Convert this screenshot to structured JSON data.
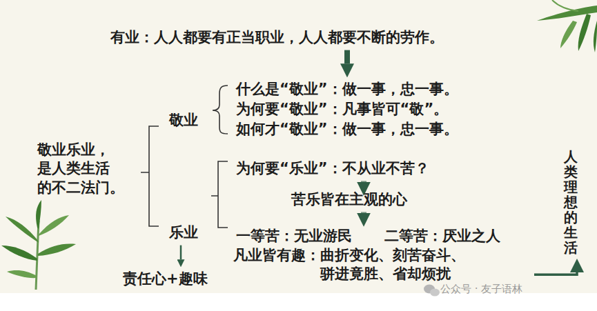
{
  "diagram": {
    "nodes": [
      {
        "text": [
          "有业：人人都要有正当职业，人人都要不断的劳作。"
        ]
      },
      {
        "text": [
          "敬业乐业， 是人类生活 的不二法门。"
        ]
      },
      {
        "text": [
          "敬业"
        ]
      },
      {
        "text": [
          "什么是“敬业”：做一事，忠一事。"
        ]
      },
      {
        "text": [
          "为何要“敬业”：凡事皆可“敬”。"
        ]
      },
      {
        "text": [
          "如何才“敬业”：做一事，忠一事。"
        ]
      },
      {
        "text": [
          "乐业"
        ]
      },
      {
        "text": [
          "责任心+趣味"
        ]
      },
      {
        "text": [
          "为何要“乐业”：不从业不苦？"
        ]
      },
      {
        "text": [
          "苦乐皆在主观的心"
        ]
      },
      {
        "text": [
          "一等苦：无业游民"
        ]
      },
      {
        "text": [
          "二等苦：厌业之人"
        ]
      },
      {
        "text": [
          "凡业皆有趣：曲折变化、刻苦奋斗、 骈进竟胜、省却烦扰"
        ]
      },
      {
        "text": [
          "人类理想的生活"
        ]
      }
    ],
    "edges": [
      {
        "from": 0,
        "to": 3,
        "arrow": "to"
      },
      {
        "from": 6,
        "to": 7,
        "arrow": "to"
      },
      {
        "from": 8,
        "to": 9,
        "arrow": "to"
      },
      {
        "from": 9,
        "to": 10,
        "arrow": "to"
      },
      {
        "from": 12,
        "to": 13,
        "arrow": "to"
      }
    ],
    "labels": [
      "公众号 · 友子语林"
    ]
  }
}
